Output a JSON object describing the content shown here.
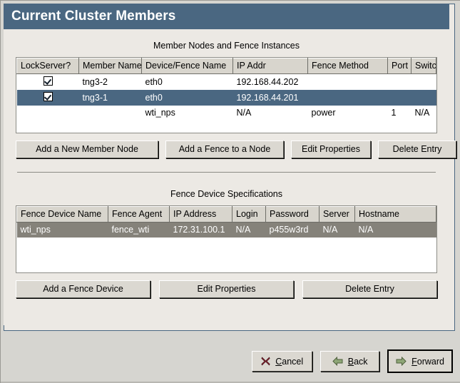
{
  "window": {
    "title": "Current Cluster Members"
  },
  "colors": {
    "titlebar_bg": "#4a6781",
    "selected_row_blue": "#4a6781",
    "selected_row_gray": "#85827a",
    "panel_bg": "#ece9e4",
    "button_face": "#dbd8d1",
    "cancel_icon": "#8b2230",
    "arrow_icon": "#7f9c67"
  },
  "members_section": {
    "caption": "Member Nodes and Fence Instances",
    "columns": [
      "LockServer?",
      "Member Name",
      "Device/Fence Name",
      "IP Addr",
      "Fence Method",
      "Port",
      "Switch"
    ],
    "rows": [
      {
        "lockserver": true,
        "member_name": "tng3-2",
        "device_fence_name": "eth0",
        "ip_addr": "192.168.44.202",
        "fence_method": "",
        "port": "",
        "switch": "",
        "selected": false
      },
      {
        "lockserver": true,
        "member_name": "tng3-1",
        "device_fence_name": "eth0",
        "ip_addr": "192.168.44.201",
        "fence_method": "",
        "port": "",
        "switch": "",
        "selected": true
      },
      {
        "lockserver": false,
        "member_name": "",
        "device_fence_name": "wti_nps",
        "ip_addr": "N/A",
        "fence_method": "power",
        "port": "1",
        "switch": "N/A",
        "selected": false
      }
    ],
    "buttons": [
      "Add a New Member Node",
      "Add a Fence to a Node",
      "Edit Properties",
      "Delete Entry"
    ]
  },
  "fence_section": {
    "caption": "Fence Device Specifications",
    "columns": [
      "Fence Device Name",
      "Fence Agent",
      "IP Address",
      "Login",
      "Password",
      "Server",
      "Hostname"
    ],
    "rows": [
      {
        "fence_device_name": "wti_nps",
        "fence_agent": "fence_wti",
        "ip_address": "172.31.100.1",
        "login": "N/A",
        "password": "p455w3rd",
        "server": "N/A",
        "hostname": "N/A",
        "selected": true
      }
    ],
    "buttons": [
      "Add a Fence Device",
      "Edit Properties",
      "Delete Entry"
    ]
  },
  "footer": {
    "buttons": [
      {
        "label": "Cancel",
        "mnemonic": "C",
        "icon": "cancel-x-icon"
      },
      {
        "label": "Back",
        "mnemonic": "B",
        "icon": "arrow-left-icon"
      },
      {
        "label": "Forward",
        "mnemonic": "F",
        "icon": "arrow-right-icon",
        "focused": true
      }
    ]
  }
}
